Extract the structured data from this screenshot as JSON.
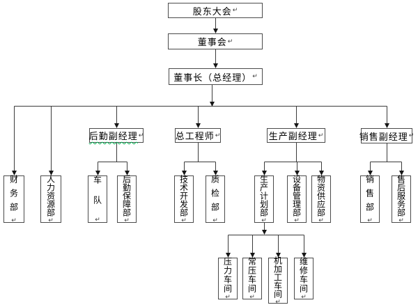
{
  "paragraph_mark": "↵",
  "colors": {
    "background": "#ffffff",
    "connector_line": "#3a3a3a",
    "arrowhead": "#161616",
    "box_border": "#4a4a4a",
    "text": "#000000",
    "spellcheck_wavy_underline": "#00b050"
  },
  "nodes": {
    "shareholders": "股东大会",
    "board": "董事会",
    "chairman": "董事长（总经理）",
    "logistics_manager": "后勤副经理",
    "chief_engineer": "总工程师",
    "production_manager": "生产副经理",
    "sales_manager": "销售副经理",
    "finance": "财务部",
    "human_resources": "人力资源部",
    "fleet": "车队",
    "logistics_support": "后勤保障部",
    "tech_development": "技术开发部",
    "quality_inspection": "质检部",
    "production_planning": "生产计划部",
    "equipment_management": "设备管理部",
    "material_supply": "物资供应部",
    "sales_department": "销售部",
    "after_sales_service": "售后服务部",
    "pressure_workshop": "压力车间",
    "atmospheric_workshop": "常压车间",
    "machining_workshop": "机加工车间",
    "maintenance_workshop": "维修车间"
  },
  "proofing": {
    "wavy_underline_on": "logistics_manager"
  },
  "hierarchy": {
    "shareholders": [
      "board"
    ],
    "board": [
      "chairman"
    ],
    "chairman": [
      "finance",
      "human_resources",
      "logistics_manager",
      "chief_engineer",
      "production_manager",
      "sales_manager"
    ],
    "logistics_manager": [
      "fleet",
      "logistics_support"
    ],
    "chief_engineer": [
      "tech_development",
      "quality_inspection"
    ],
    "production_manager": [
      "production_planning",
      "equipment_management",
      "material_supply"
    ],
    "sales_manager": [
      "sales_department",
      "after_sales_service"
    ],
    "production_planning": [
      "pressure_workshop",
      "atmospheric_workshop",
      "machining_workshop",
      "maintenance_workshop"
    ]
  }
}
